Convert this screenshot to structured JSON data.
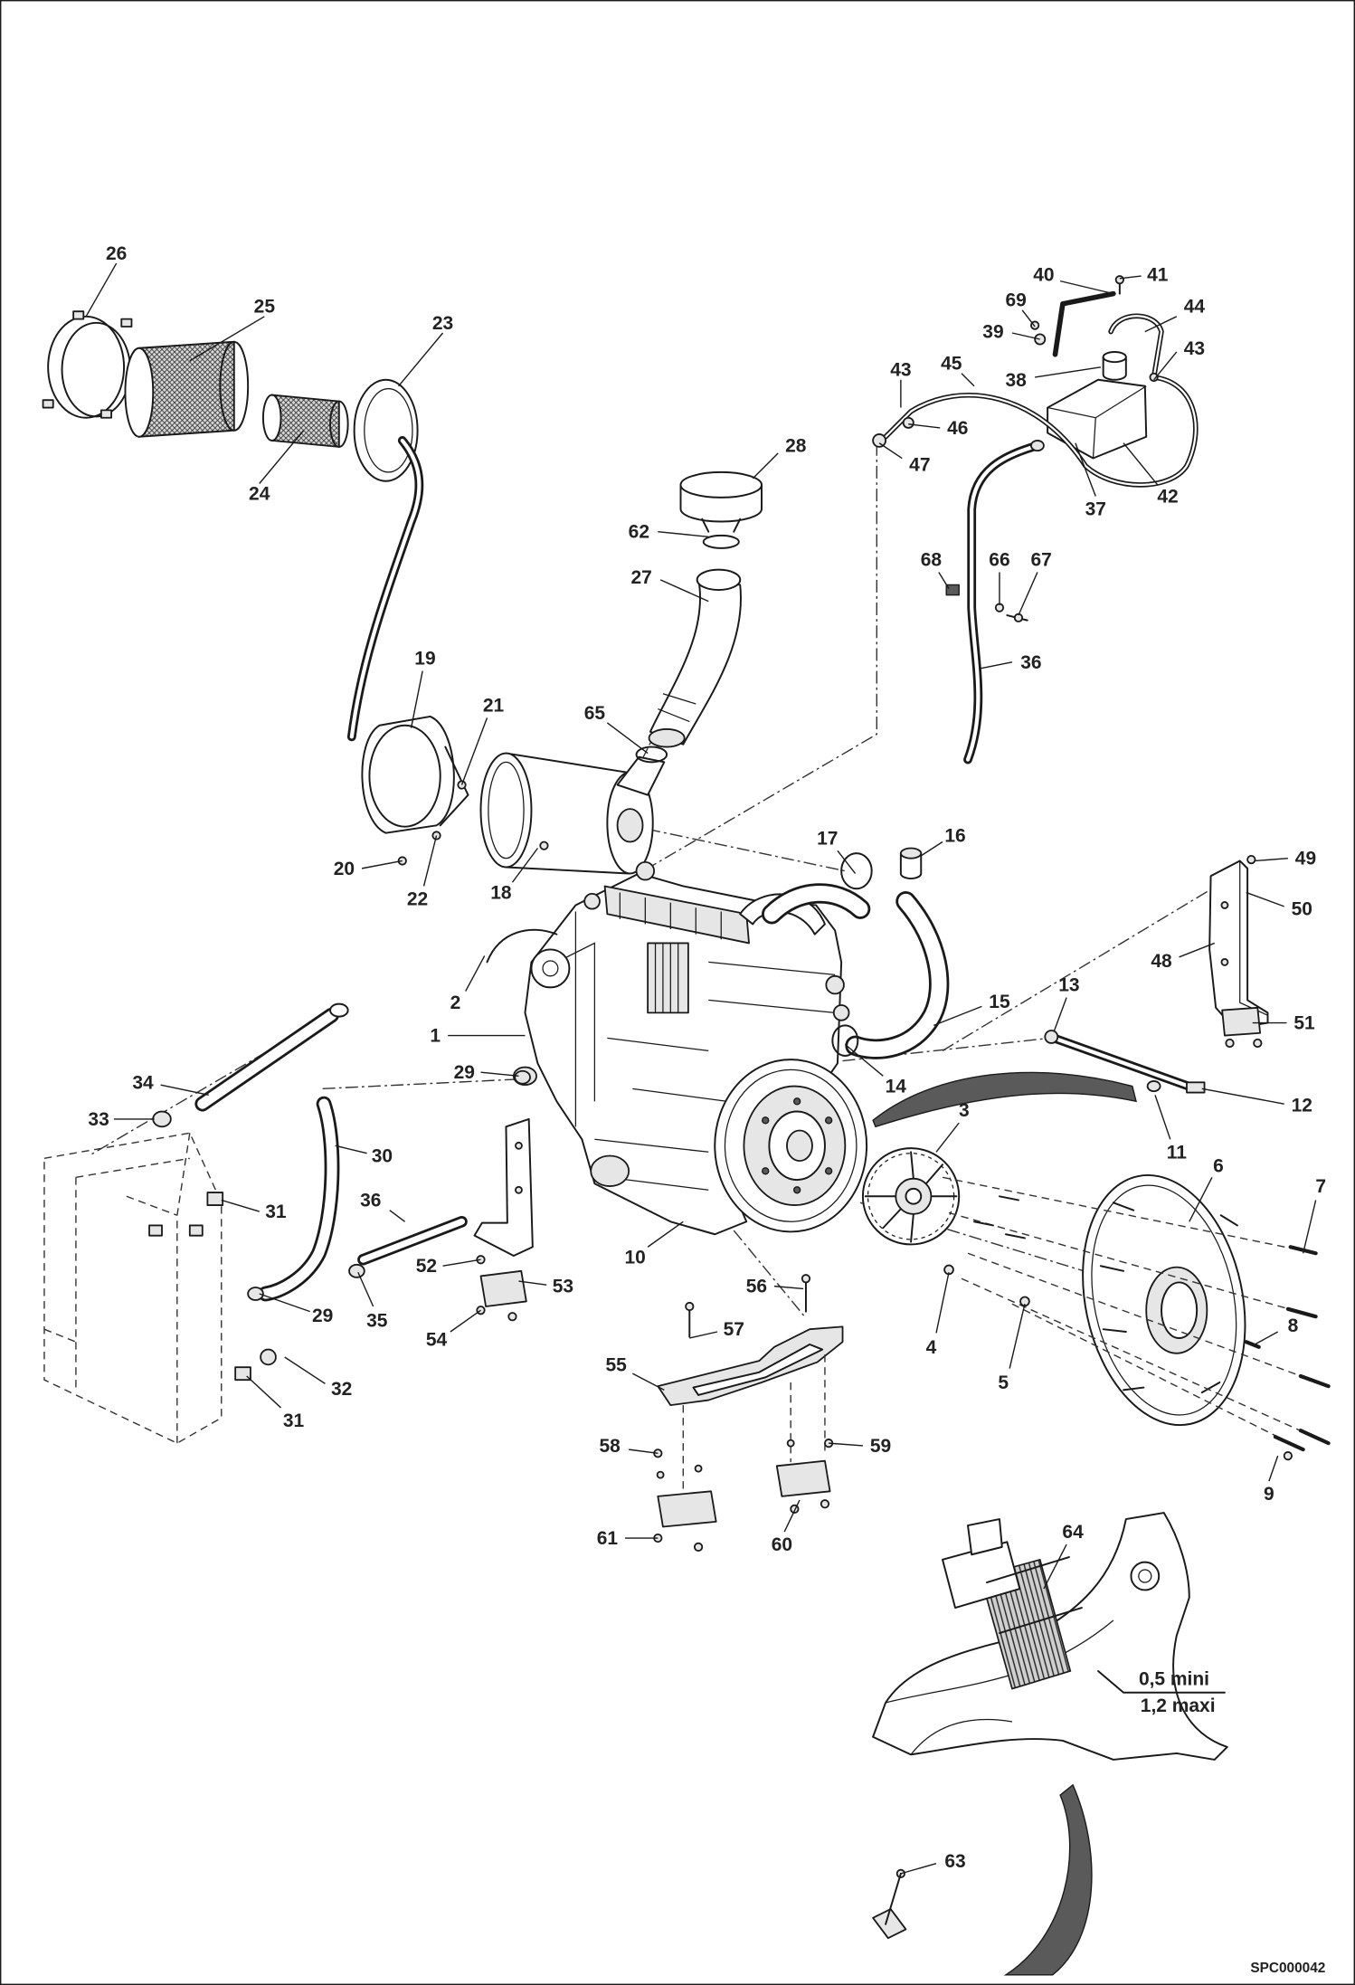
{
  "callouts": [
    "26",
    "25",
    "23",
    "24",
    "28",
    "62",
    "27",
    "40",
    "41",
    "69",
    "44",
    "39",
    "43",
    "43",
    "45",
    "38",
    "46",
    "47",
    "37",
    "42",
    "68",
    "66",
    "67",
    "36",
    "19",
    "21",
    "65",
    "18",
    "20",
    "22",
    "17",
    "16",
    "49",
    "50",
    "48",
    "13",
    "15",
    "51",
    "2",
    "1",
    "29",
    "14",
    "12",
    "34",
    "33",
    "3",
    "11",
    "30",
    "6",
    "7",
    "31",
    "36",
    "10",
    "52",
    "53",
    "56",
    "29",
    "35",
    "54",
    "57",
    "8",
    "4",
    "5",
    "55",
    "32",
    "31",
    "58",
    "59",
    "9",
    "61",
    "60",
    "64",
    "63"
  ],
  "clearance": {
    "min": "0,5 mini",
    "max": "1,2 maxi"
  },
  "drawing_code": "SPC000042"
}
